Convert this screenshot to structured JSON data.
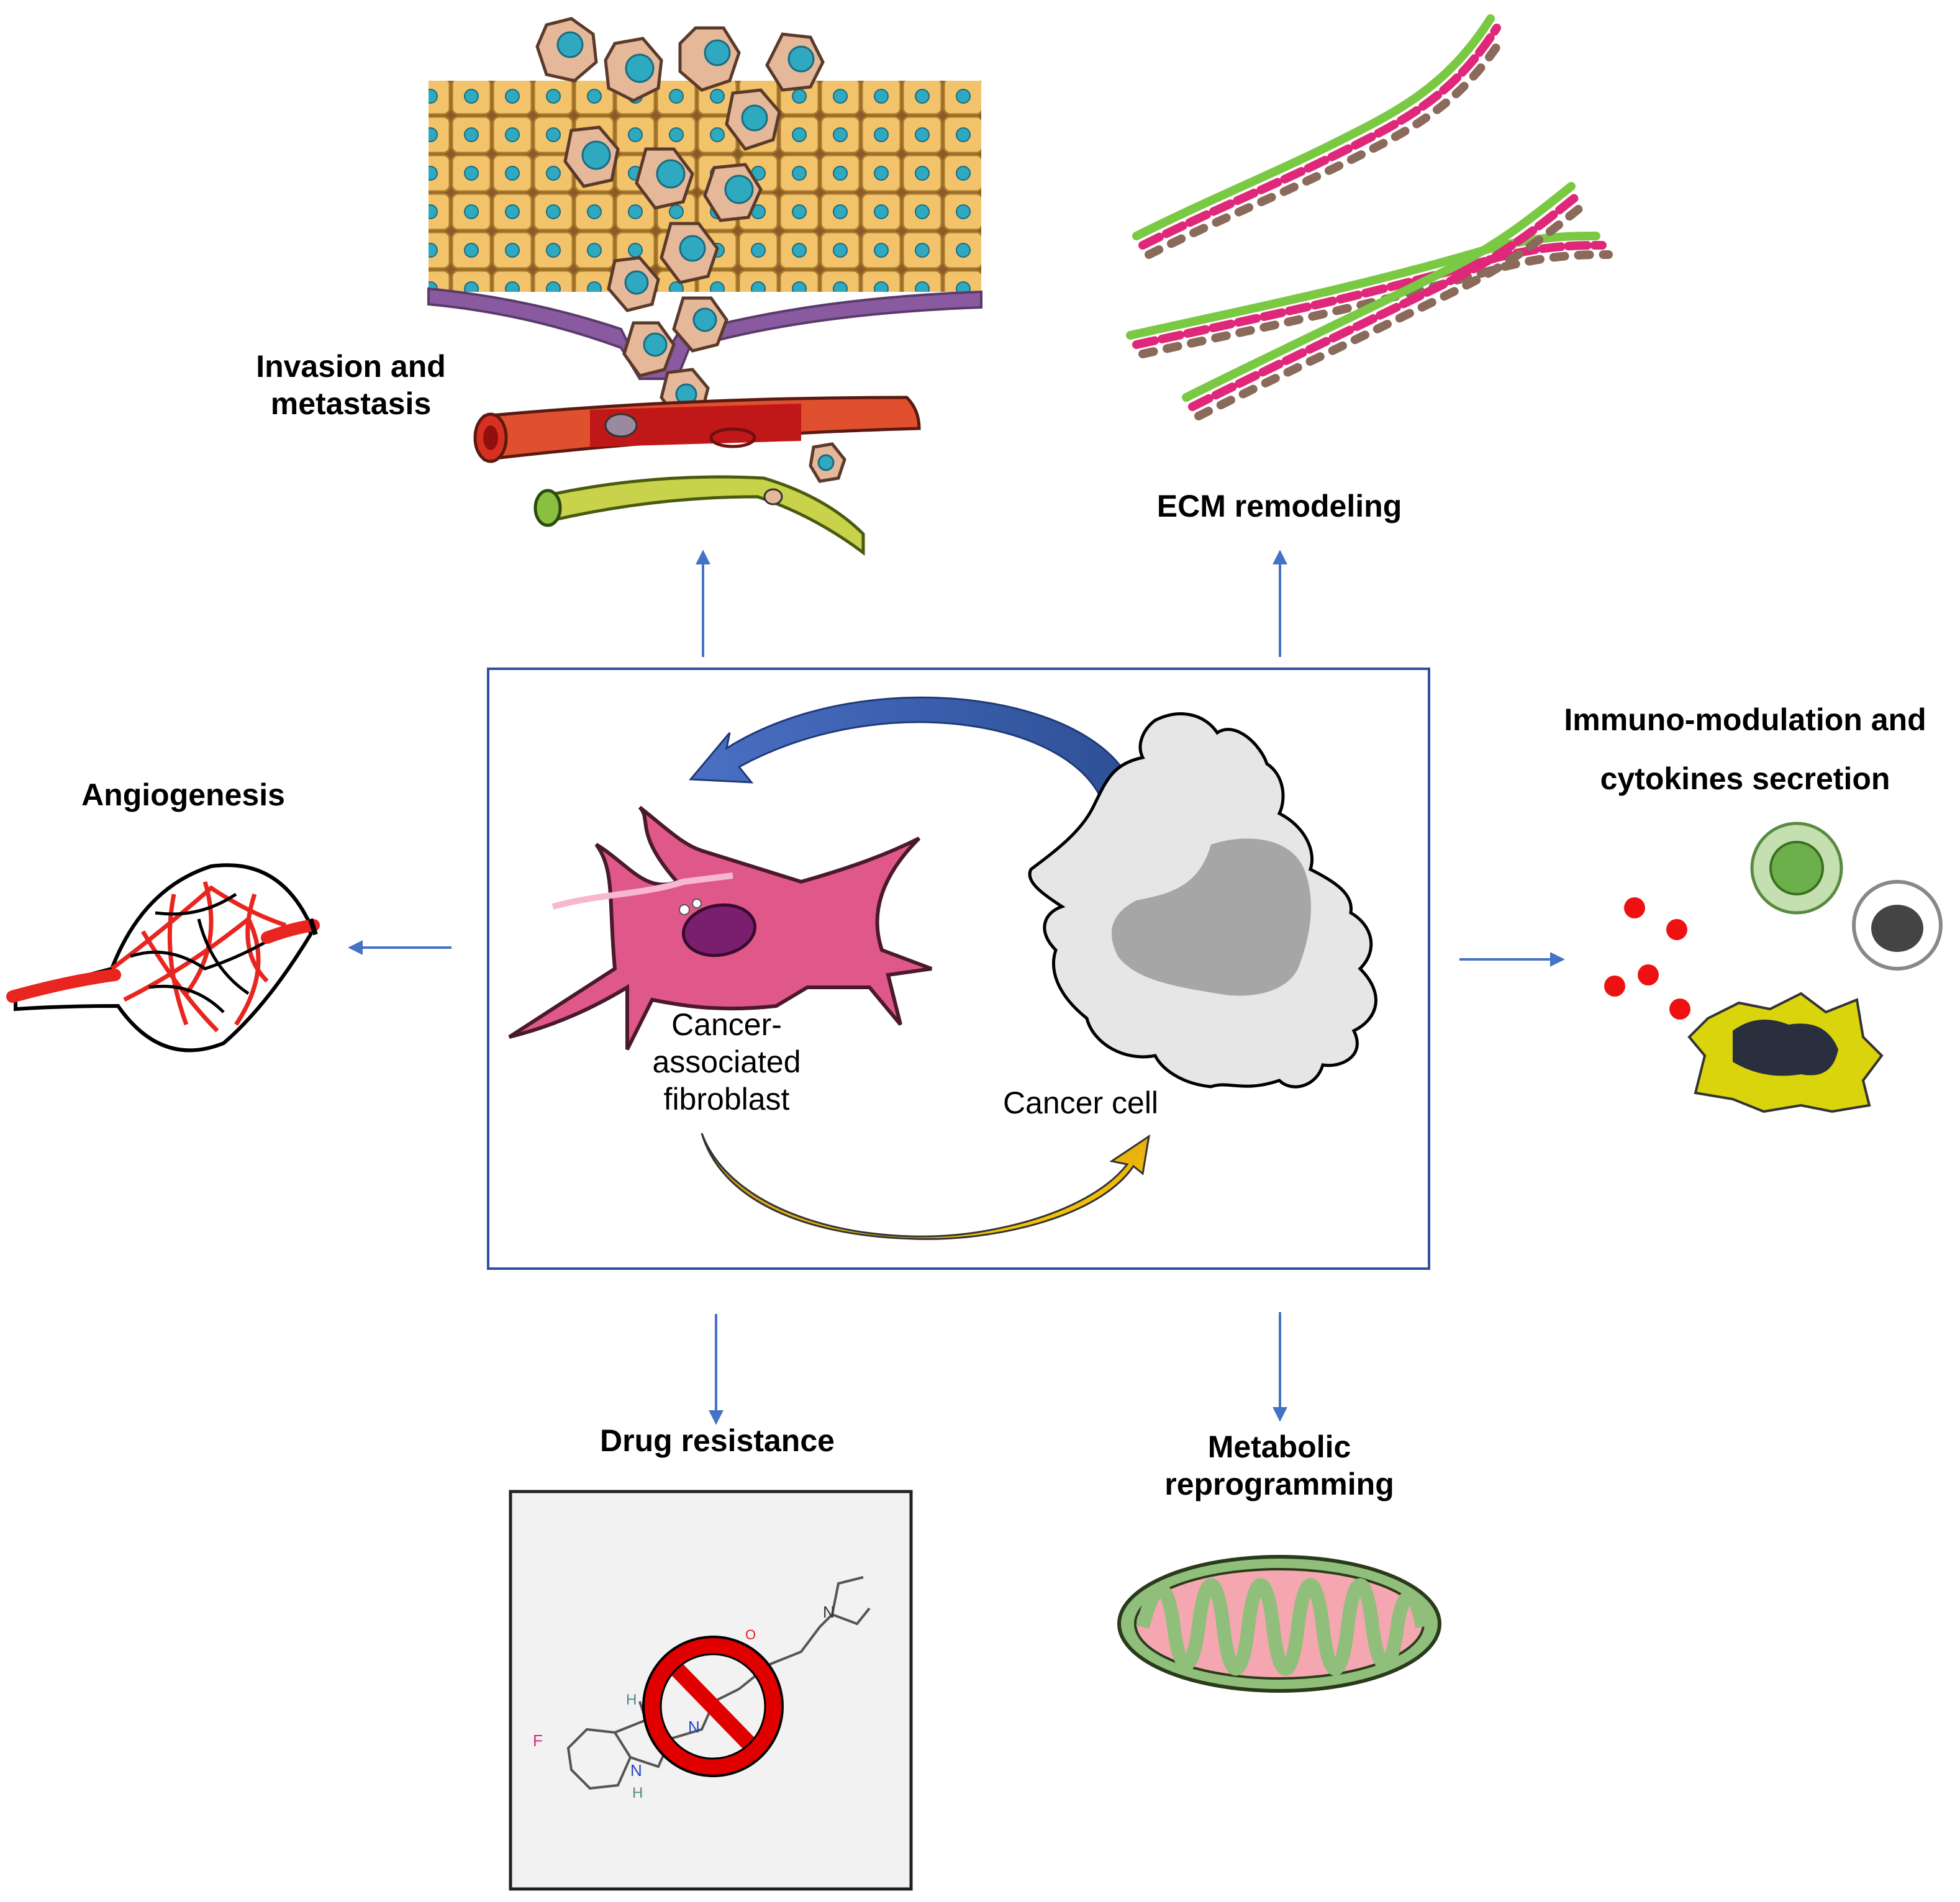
{
  "labels": {
    "invasion_line1": "Invasion and",
    "invasion_line2": "metastasis",
    "ecm": "ECM remodeling",
    "immuno_line1": "Immuno-modulation and",
    "immuno_line2": "cytokines secretion",
    "angiogenesis": "Angiogenesis",
    "drug_resistance": "Drug resistance",
    "metabolic_line1": "Metabolic",
    "metabolic_line2": "reprogramming",
    "caf_line1": "Cancer-",
    "caf_line2": "associated",
    "caf_line3": "fibroblast",
    "cancer_cell": "Cancer cell"
  },
  "molecule_atoms": {
    "fluorine": "F",
    "nitrogen_amine": "N",
    "nitrogen_amide": "N",
    "nitrogen_indole": "N",
    "hydrogen_indole": "H",
    "hydrogen_alkene": "H",
    "oxygen": "O"
  },
  "colors": {
    "arrow_blue": "#4472c4",
    "box_border": "#2f4f9f",
    "top_curve_arrow": "#3b5ea8",
    "bottom_curve_arrow": "#e0a800",
    "caf_body": "#e0588a",
    "caf_nucleus": "#7a1f6e",
    "cancer_cell_body": "#e6e6e6",
    "cancer_cell_nucleus": "#a6a6a6",
    "vessel_red": "#e8251f",
    "no_sign_red": "#e00000",
    "mito_green": "#8fbf7a",
    "mito_pink": "#f4a7b0",
    "ecm_green": "#7ac943",
    "ecm_magenta": "#e0287a",
    "ecm_brown": "#8a6a5a",
    "cytokine_red": "#ee1111",
    "immune_green": "#6bb04a",
    "immune_yellow": "#d9d40c"
  },
  "icons": [
    "invasion-illustration",
    "ecm-collagen-icon",
    "angiogenesis-vessel-icon",
    "immune-cells-icon",
    "drug-molecule-icon",
    "no-sign-icon",
    "mitochondrion-icon",
    "caf-cell-icon",
    "cancer-cell-icon"
  ]
}
